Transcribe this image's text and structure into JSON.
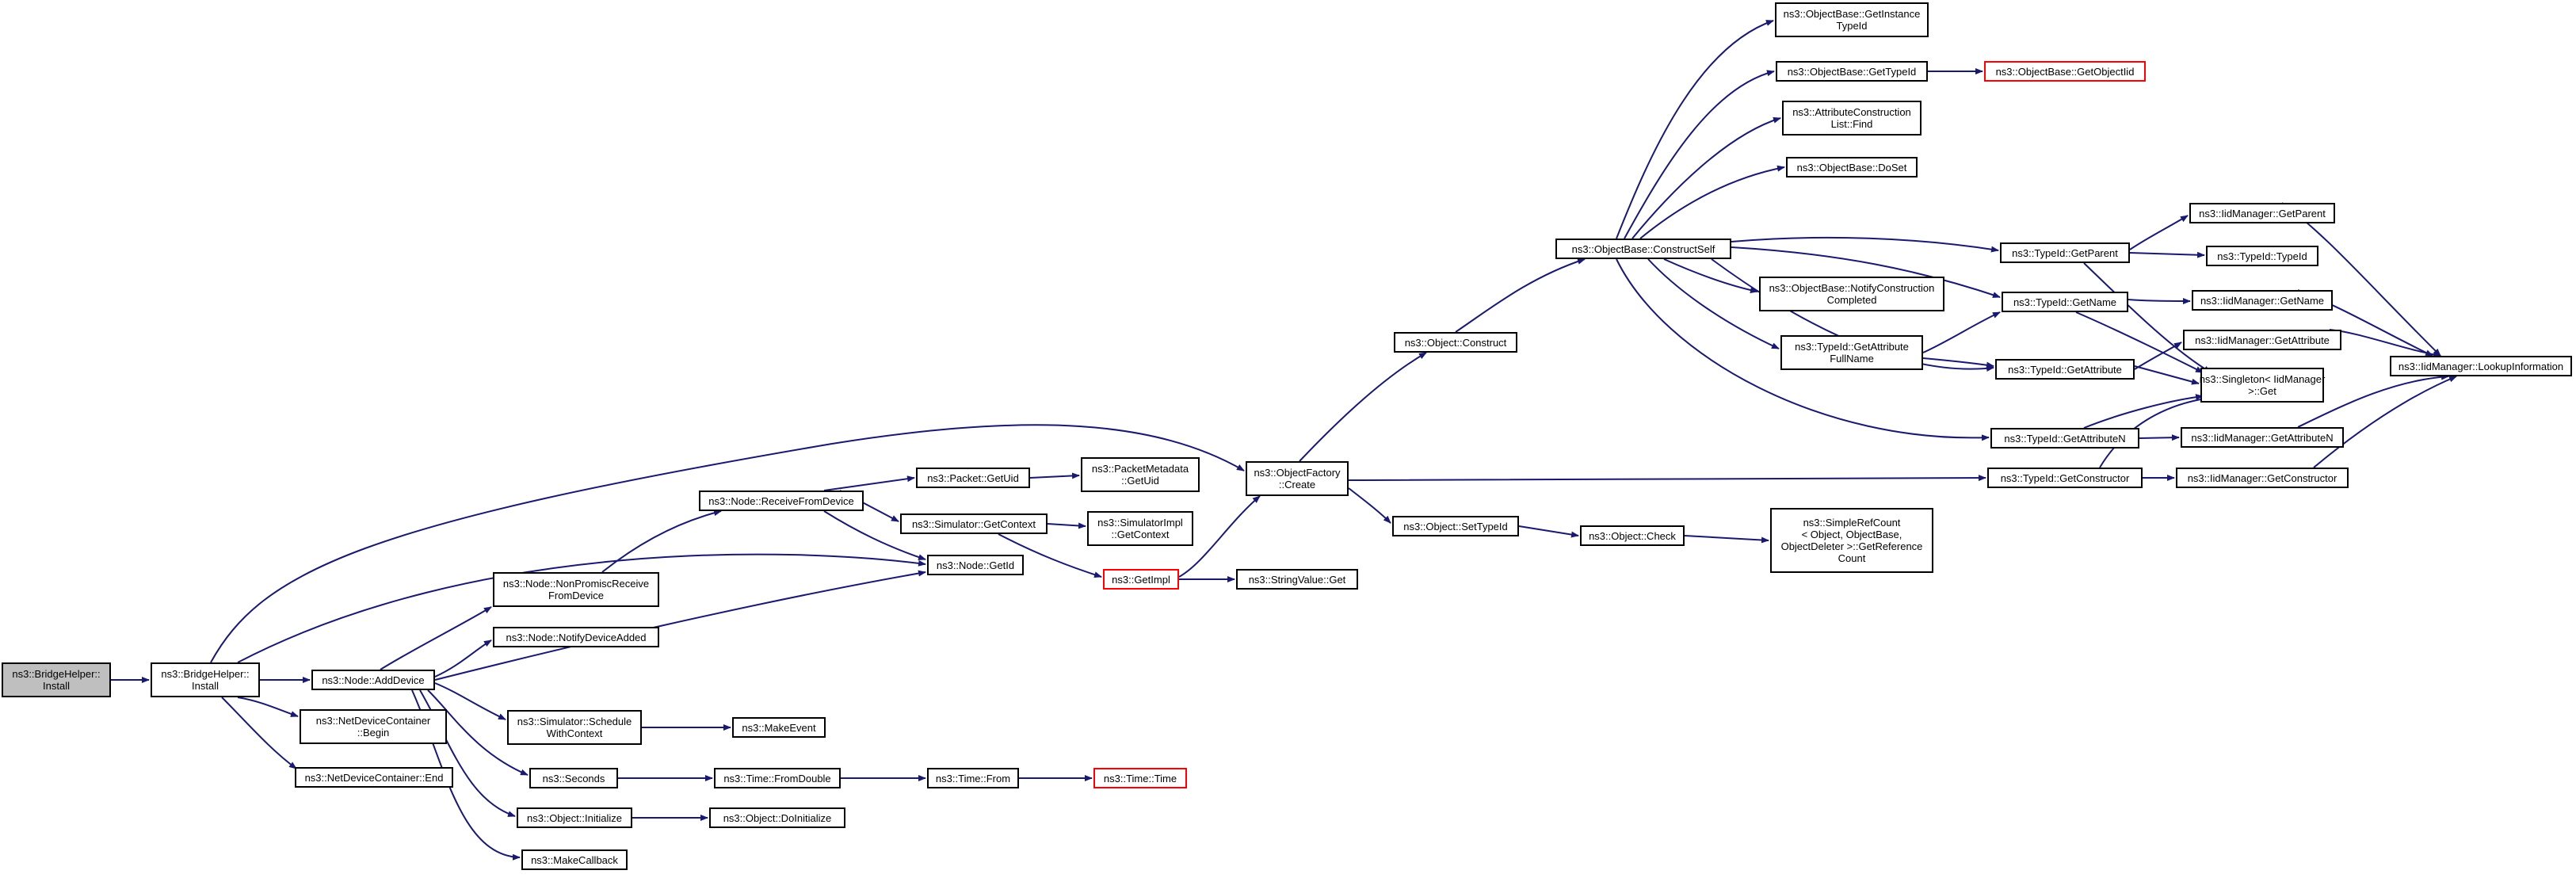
{
  "nodes": {
    "bh_install_root": [
      "ns3::BridgeHelper::",
      "Install"
    ],
    "bh_install": [
      "ns3::BridgeHelper::",
      "Install"
    ],
    "ndc_begin": [
      "ns3::NetDeviceContainer",
      "::Begin"
    ],
    "ndc_end": [
      "ns3::NetDeviceContainer::End"
    ],
    "node_adddevice": [
      "ns3::Node::AddDevice"
    ],
    "node_nonpromisc": [
      "ns3::Node::NonPromiscReceive",
      "FromDevice"
    ],
    "node_notify": [
      "ns3::Node::NotifyDeviceAdded"
    ],
    "sim_schedule": [
      "ns3::Simulator::Schedule",
      "WithContext"
    ],
    "seconds": [
      "ns3::Seconds"
    ],
    "obj_initialize": [
      "ns3::Object::Initialize"
    ],
    "makecallback": [
      "ns3::MakeCallback"
    ],
    "node_receive": [
      "ns3::Node::ReceiveFromDevice"
    ],
    "node_getid": [
      "ns3::Node::GetId"
    ],
    "makeevent": [
      "ns3::MakeEvent"
    ],
    "time_fromdouble": [
      "ns3::Time::FromDouble"
    ],
    "obj_doinitialize": [
      "ns3::Object::DoInitialize"
    ],
    "packet_getuid": [
      "ns3::Packet::GetUid"
    ],
    "sim_getcontext": [
      "ns3::Simulator::GetContext"
    ],
    "getimpl": [
      "ns3::GetImpl"
    ],
    "time_from": [
      "ns3::Time::From"
    ],
    "pktmeta_getuid": [
      "ns3::PacketMetadata",
      "::GetUid"
    ],
    "simimpl_getcontext": [
      "ns3::SimulatorImpl",
      "::GetContext"
    ],
    "time_time": [
      "ns3::Time::Time"
    ],
    "objfactory_create": [
      "ns3::ObjectFactory",
      "::Create"
    ],
    "strvalue_get": [
      "ns3::StringValue::Get"
    ],
    "obj_construct": [
      "ns3::Object::Construct"
    ],
    "obj_settypeid": [
      "ns3::Object::SetTypeId"
    ],
    "objbase_constructself": [
      "ns3::ObjectBase::ConstructSelf"
    ],
    "obj_check": [
      "ns3::Object::Check"
    ],
    "simplerefcount": [
      "ns3::SimpleRefCount",
      "< Object, ObjectBase,",
      "ObjectDeleter >::GetReference",
      "Count"
    ],
    "objbase_getinstance": [
      "ns3::ObjectBase::GetInstance",
      "TypeId"
    ],
    "objbase_gettypeid": [
      "ns3::ObjectBase::GetTypeId"
    ],
    "attr_find": [
      "ns3::AttributeConstruction",
      "List::Find"
    ],
    "objbase_doset": [
      "ns3::ObjectBase::DoSet"
    ],
    "objbase_notify": [
      "ns3::ObjectBase::NotifyConstruction",
      "Completed"
    ],
    "typeid_getattrfullname": [
      "ns3::TypeId::GetAttribute",
      "FullName"
    ],
    "objbase_getobjectiid": [
      "ns3::ObjectBase::GetObjectIid"
    ],
    "typeid_getparent": [
      "ns3::TypeId::GetParent"
    ],
    "typeid_getname": [
      "ns3::TypeId::GetName"
    ],
    "typeid_getattribute": [
      "ns3::TypeId::GetAttribute"
    ],
    "typeid_getattributen": [
      "ns3::TypeId::GetAttributeN"
    ],
    "typeid_getconstructor": [
      "ns3::TypeId::GetConstructor"
    ],
    "iid_getparent": [
      "ns3::IidManager::GetParent"
    ],
    "typeid_typeid": [
      "ns3::TypeId::TypeId"
    ],
    "iid_getname": [
      "ns3::IidManager::GetName"
    ],
    "iid_getattribute": [
      "ns3::IidManager::GetAttribute"
    ],
    "singleton_get": [
      "ns3::Singleton< IidManager",
      " >::Get"
    ],
    "iid_getattributen": [
      "ns3::IidManager::GetAttributeN"
    ],
    "iid_getconstructor": [
      "ns3::IidManager::GetConstructor"
    ],
    "iid_lookupinfo": [
      "ns3::IidManager::LookupInformation"
    ]
  },
  "colors": {
    "edge": "#191970",
    "node_border": "#000000",
    "red_border": "#ff0000",
    "root_fill": "#bfbfbf"
  }
}
